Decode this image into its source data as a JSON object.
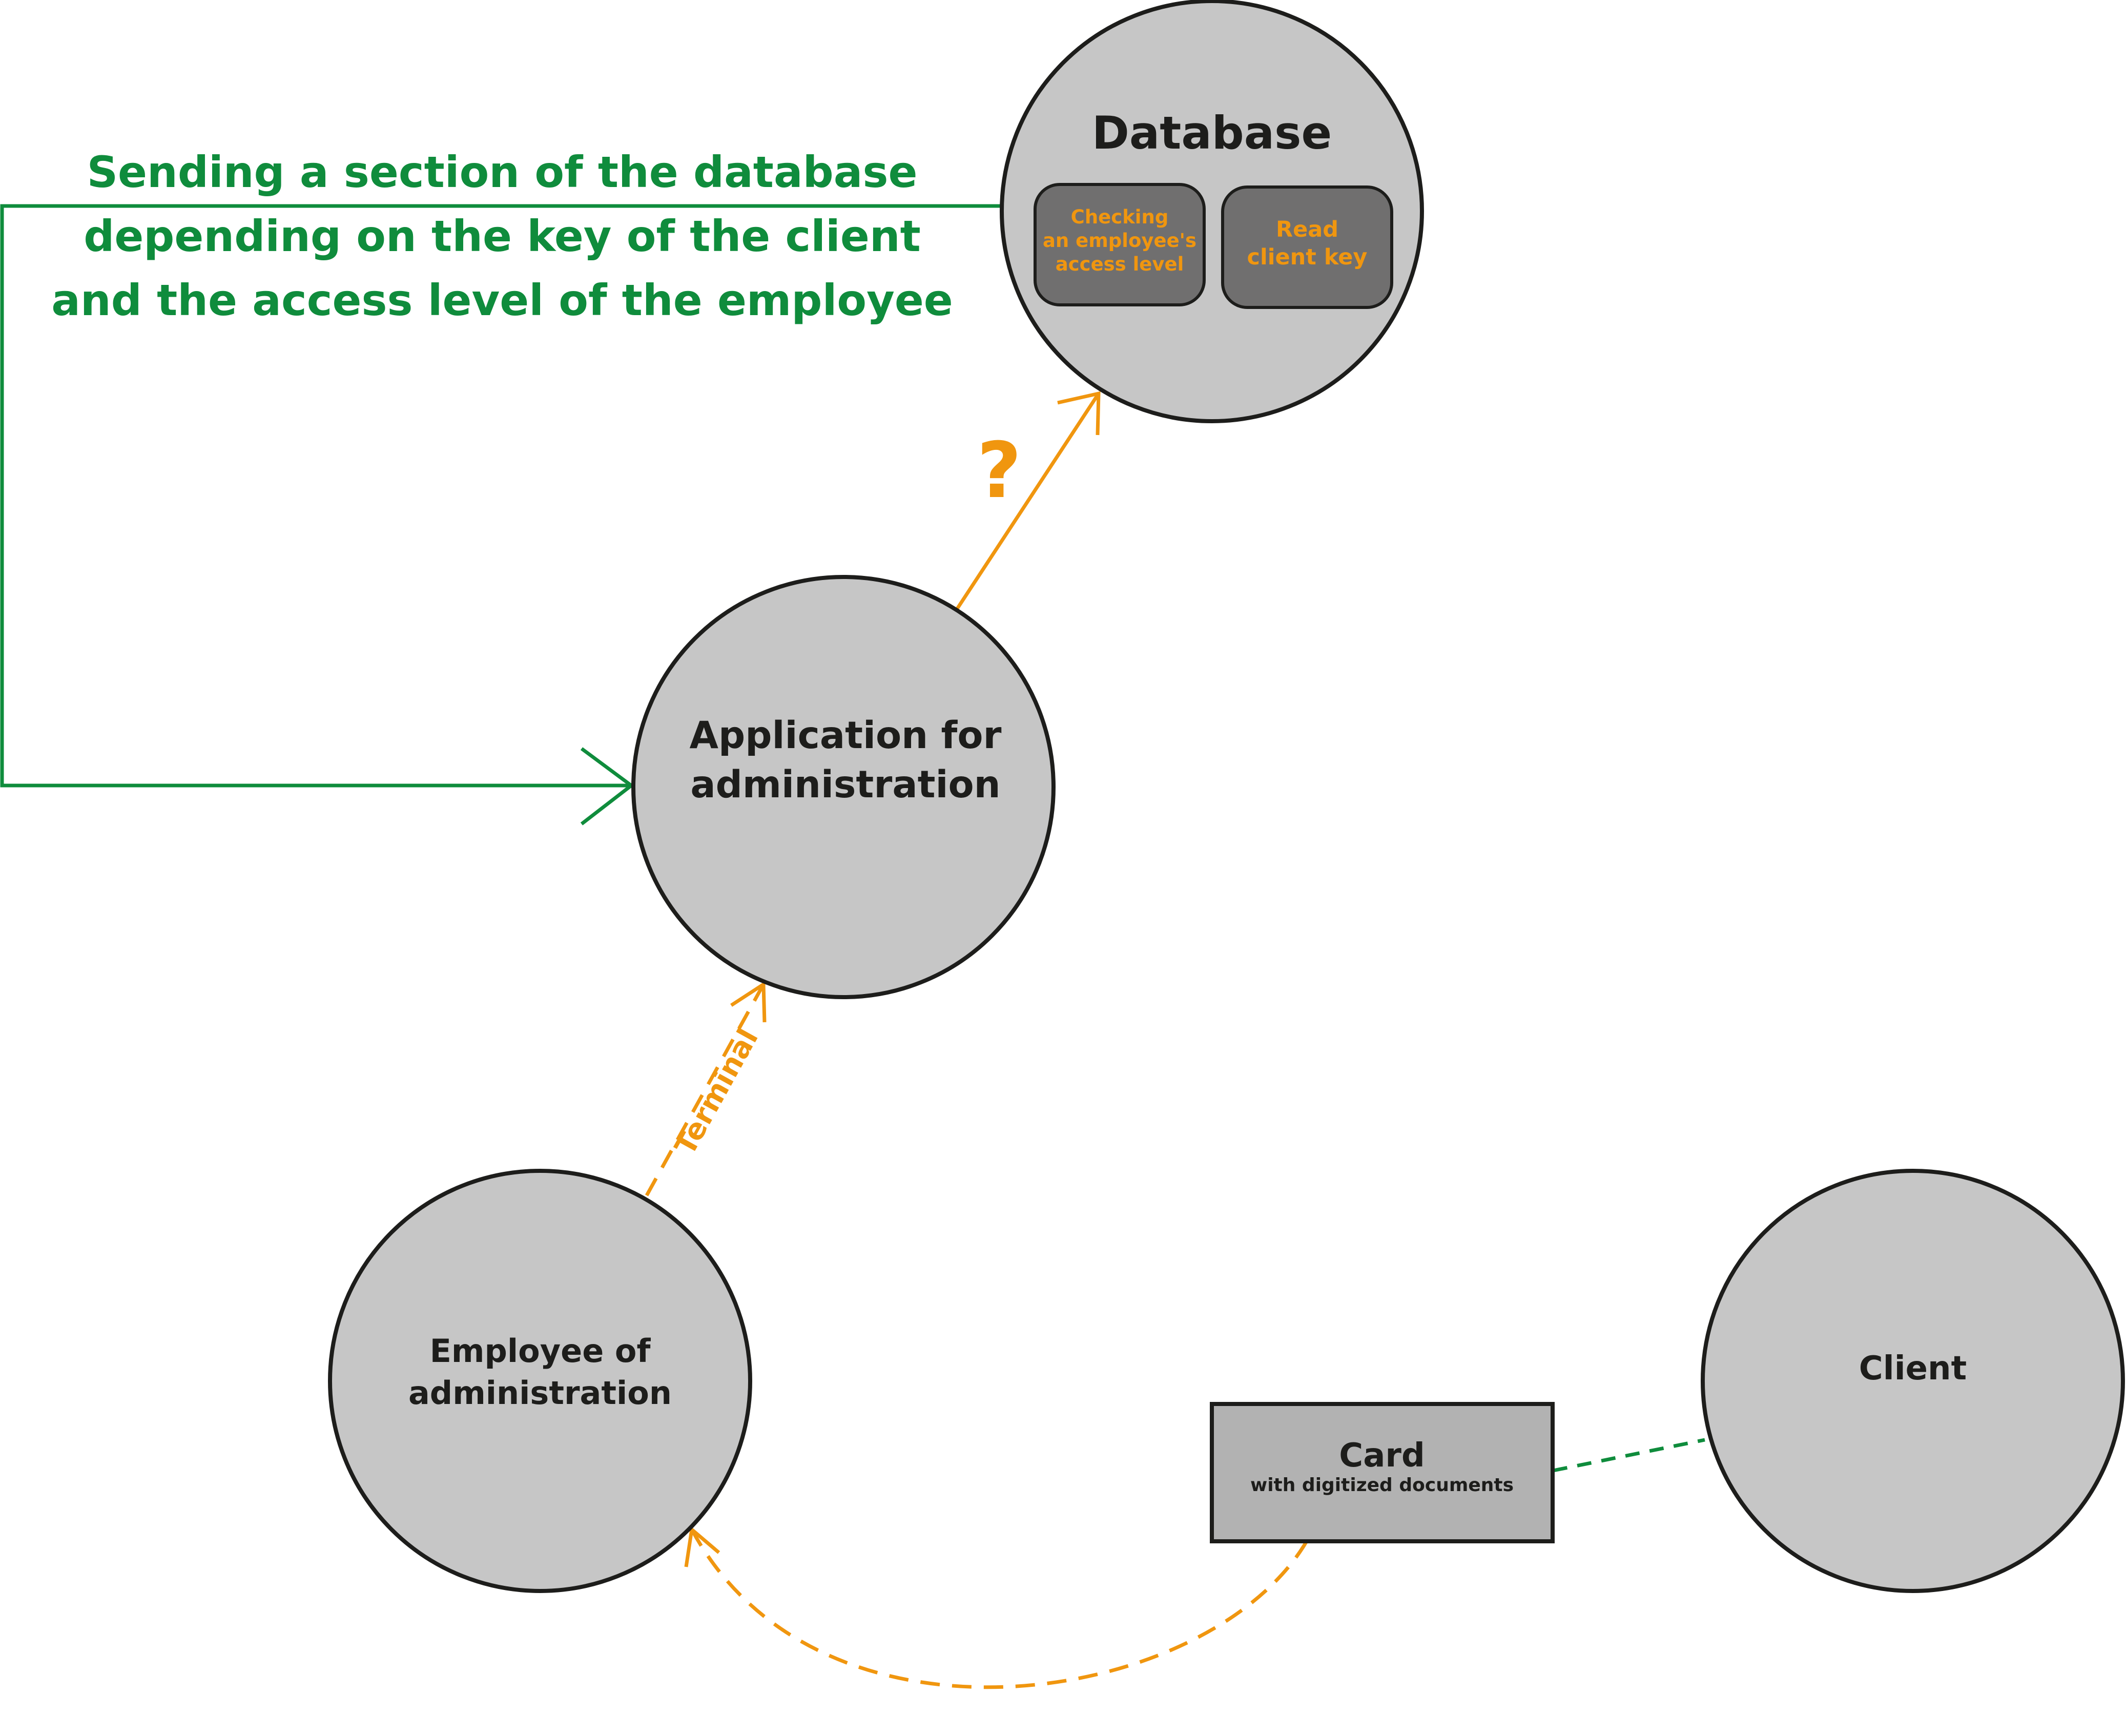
{
  "colors": {
    "node_fill": "#c6c6c6",
    "node_stroke": "#1d1d1b",
    "inner_box_fill": "#706f6f",
    "card_fill": "#b2b2b2",
    "green": "#0f8c3c",
    "orange": "#f0960f"
  },
  "nodes": {
    "database": {
      "title": "Database",
      "checking_box": {
        "line1": "Checking",
        "line2": "an employee's",
        "line3": "access level"
      },
      "read_box": {
        "line1": "Read",
        "line2": "client key"
      }
    },
    "application": {
      "line1": "Application for",
      "line2": "administration"
    },
    "employee": {
      "line1": "Employee of",
      "line2": "administration"
    },
    "client": {
      "label": "Client"
    },
    "card": {
      "title": "Card",
      "subtitle": "with digitized documents"
    }
  },
  "annotations": {
    "green_label": {
      "line1": "Sending a section of the database",
      "line2": "depending on the key of the client",
      "line3": "and the access level of the employee"
    },
    "question_mark": "?",
    "terminal_label": "Terminal"
  }
}
